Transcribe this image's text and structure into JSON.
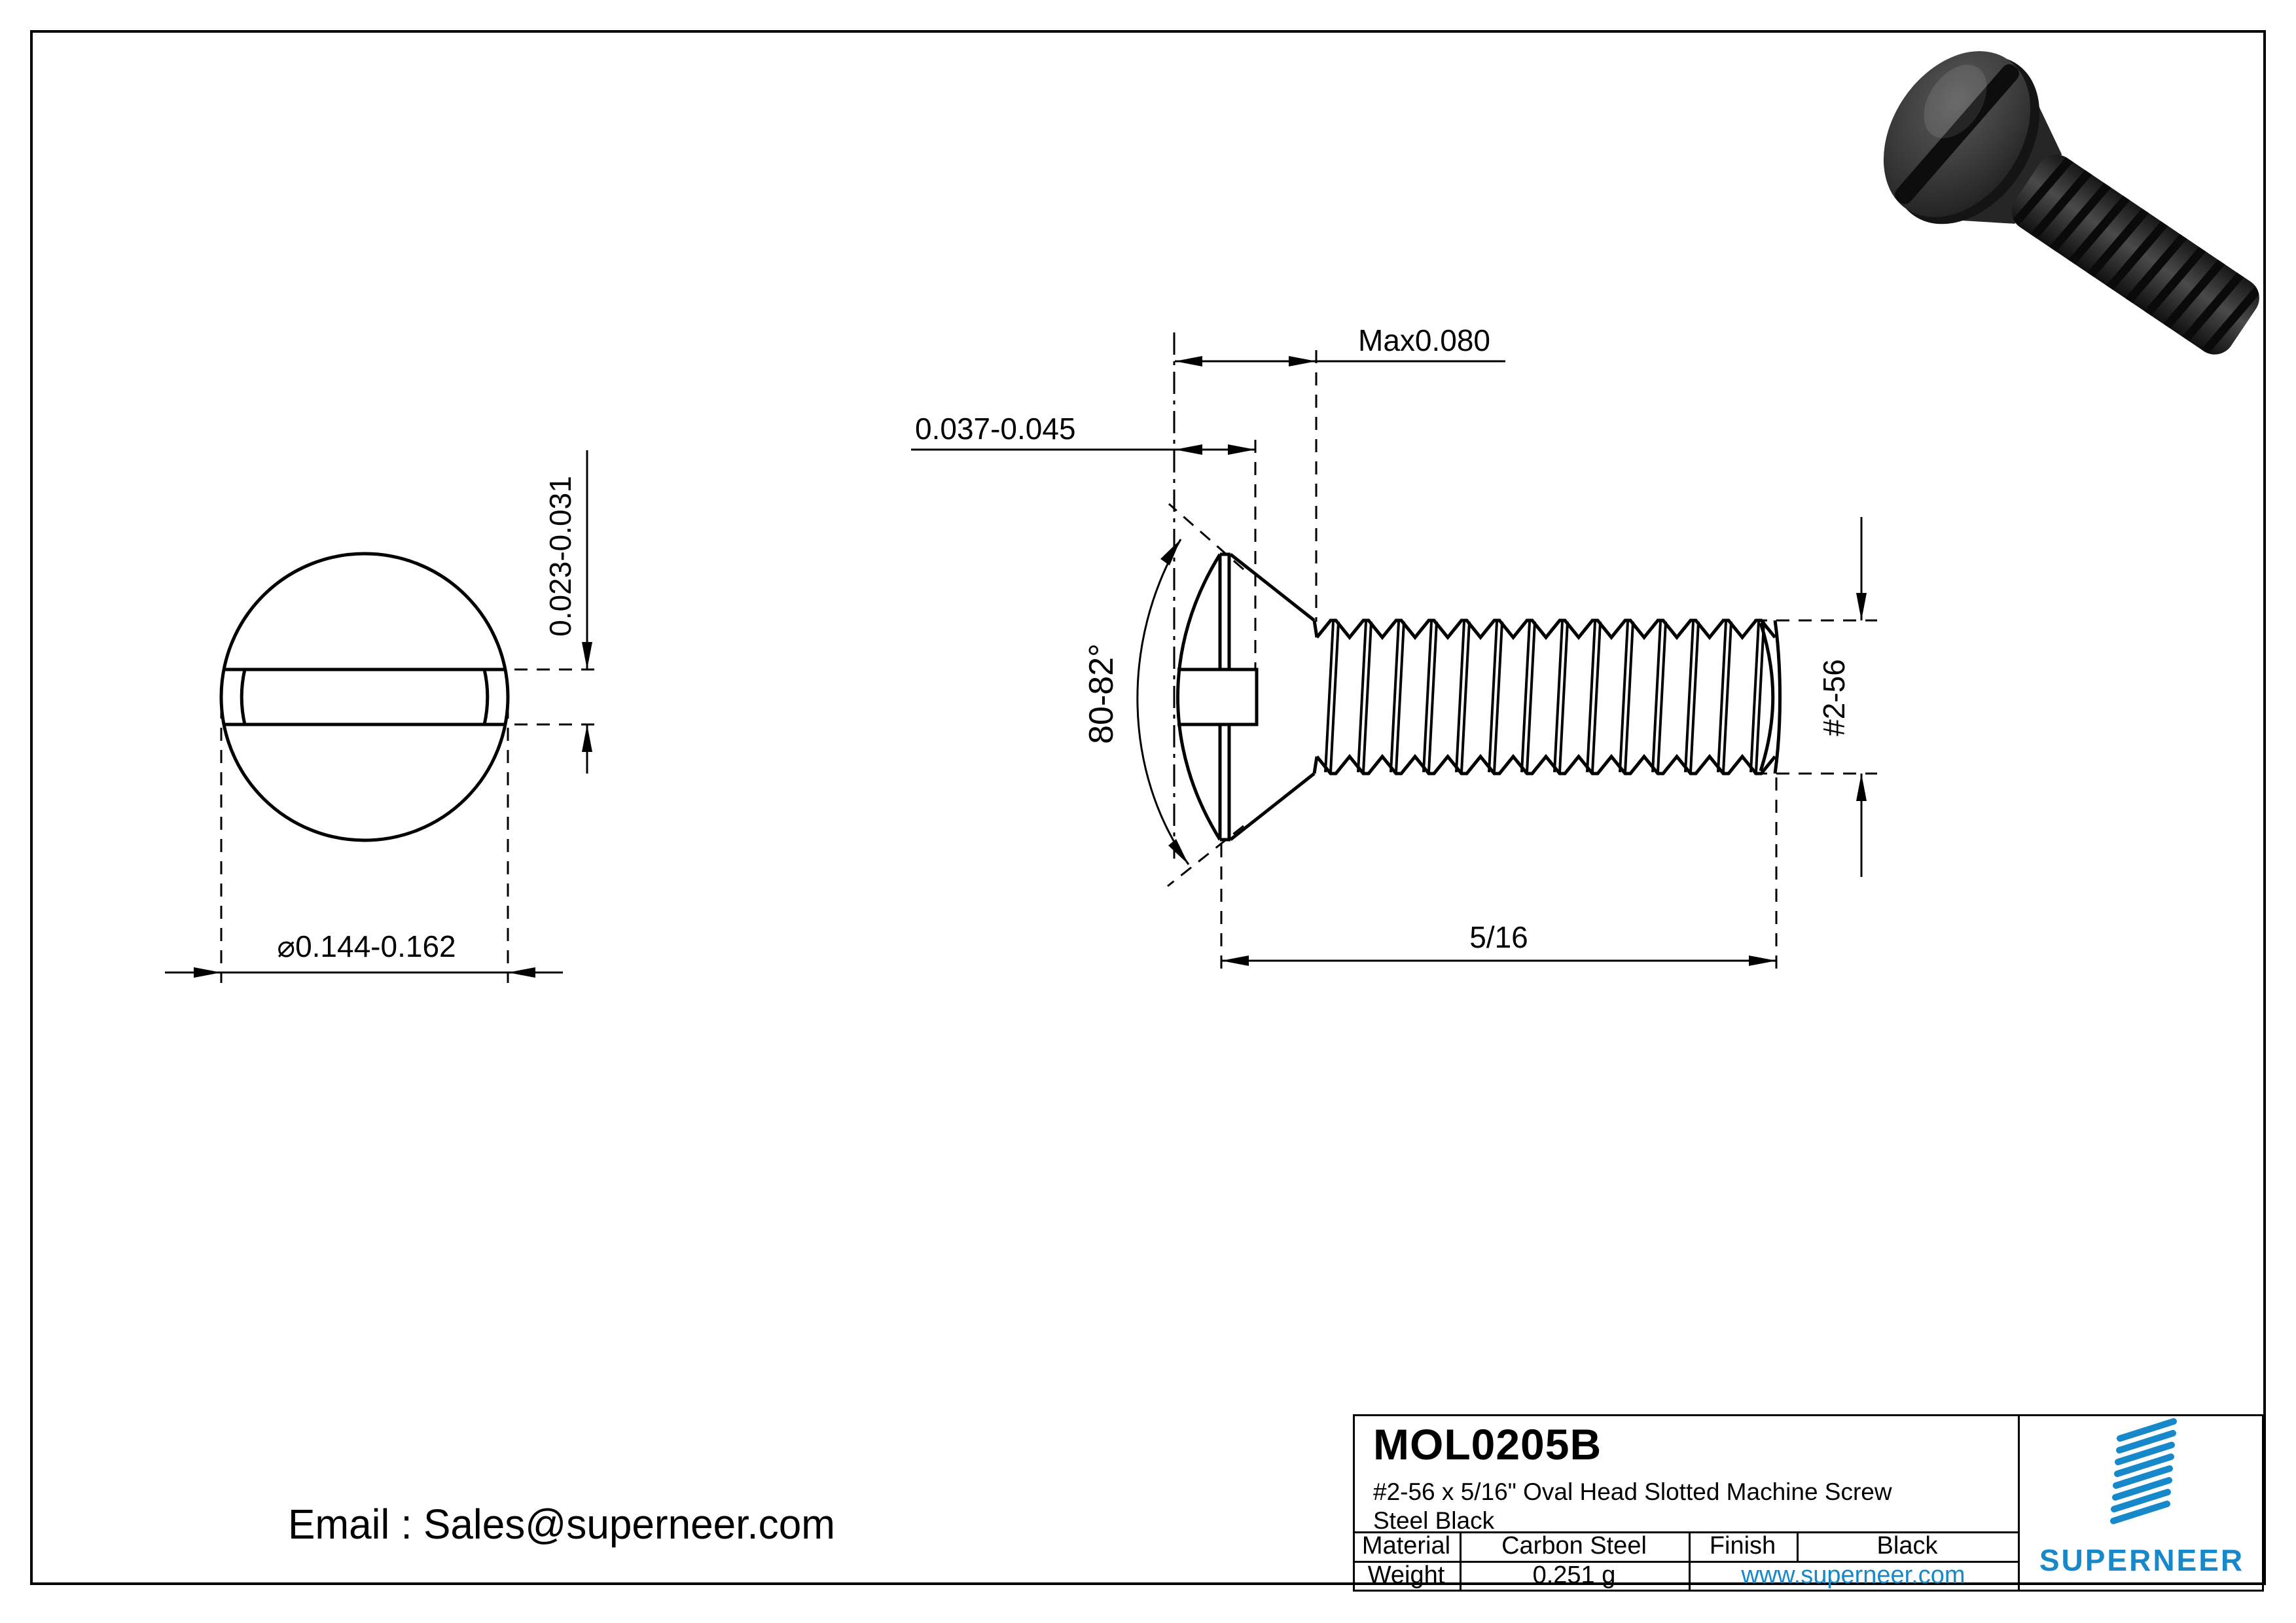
{
  "views": {
    "front": {
      "slot_width_dim": "0.023-0.031",
      "diameter_dim": "⌀0.144-0.162"
    },
    "side": {
      "head_height_max_dim": "Max0.080",
      "oval_height_dim": "0.037-0.045",
      "angle_dim": "80-82°",
      "thread_dim": "#2-56",
      "length_dim": "5/16"
    }
  },
  "contact": {
    "email_line": "Email : Sales@superneer.com"
  },
  "title_block": {
    "part_number": "MOL0205B",
    "description_line1": "#2-56 x 5/16\" Oval Head Slotted Machine Screw",
    "description_line2": "Steel Black",
    "material_label": "Material",
    "material_value": "Carbon Steel",
    "finish_label": "Finish",
    "finish_value": "Black",
    "weight_label": "Weight",
    "weight_value": "0.251 g",
    "website": "www.superneer.com",
    "brand": "SUPERNEER",
    "brand_color": "#1789ca"
  }
}
